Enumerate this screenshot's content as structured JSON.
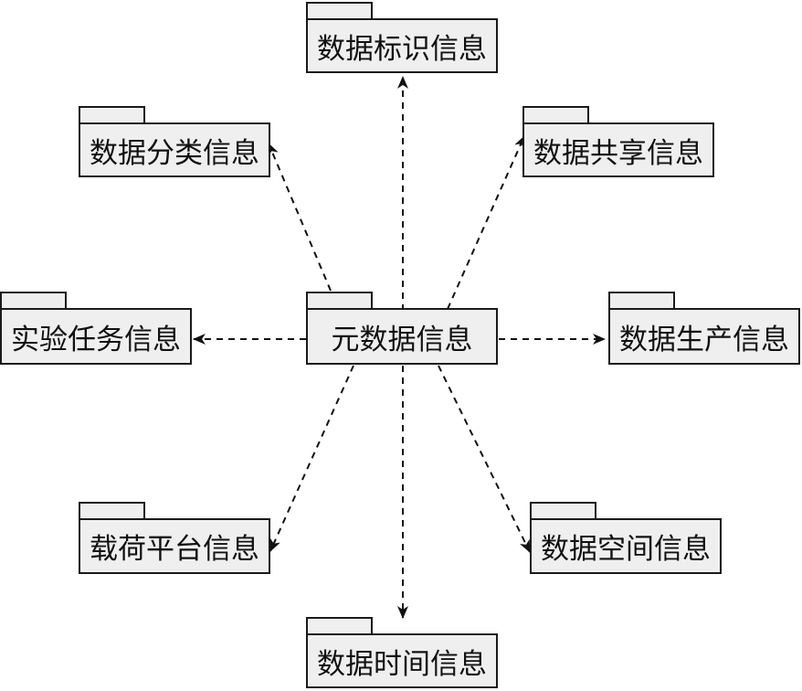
{
  "center": {
    "label": "元数据信息"
  },
  "packages": [
    {
      "key": "identification",
      "label": "数据标识信息"
    },
    {
      "key": "classification",
      "label": "数据分类信息"
    },
    {
      "key": "sharing",
      "label": "数据共享信息"
    },
    {
      "key": "task",
      "label": "实验任务信息"
    },
    {
      "key": "production",
      "label": "数据生产信息"
    },
    {
      "key": "platform",
      "label": "载荷平台信息"
    },
    {
      "key": "spatial",
      "label": "数据空间信息"
    },
    {
      "key": "temporal",
      "label": "数据时间信息"
    }
  ],
  "colors": {
    "fill": "#efefef",
    "stroke": "#1a1a1a"
  },
  "connector_style": "dashed-arrow"
}
